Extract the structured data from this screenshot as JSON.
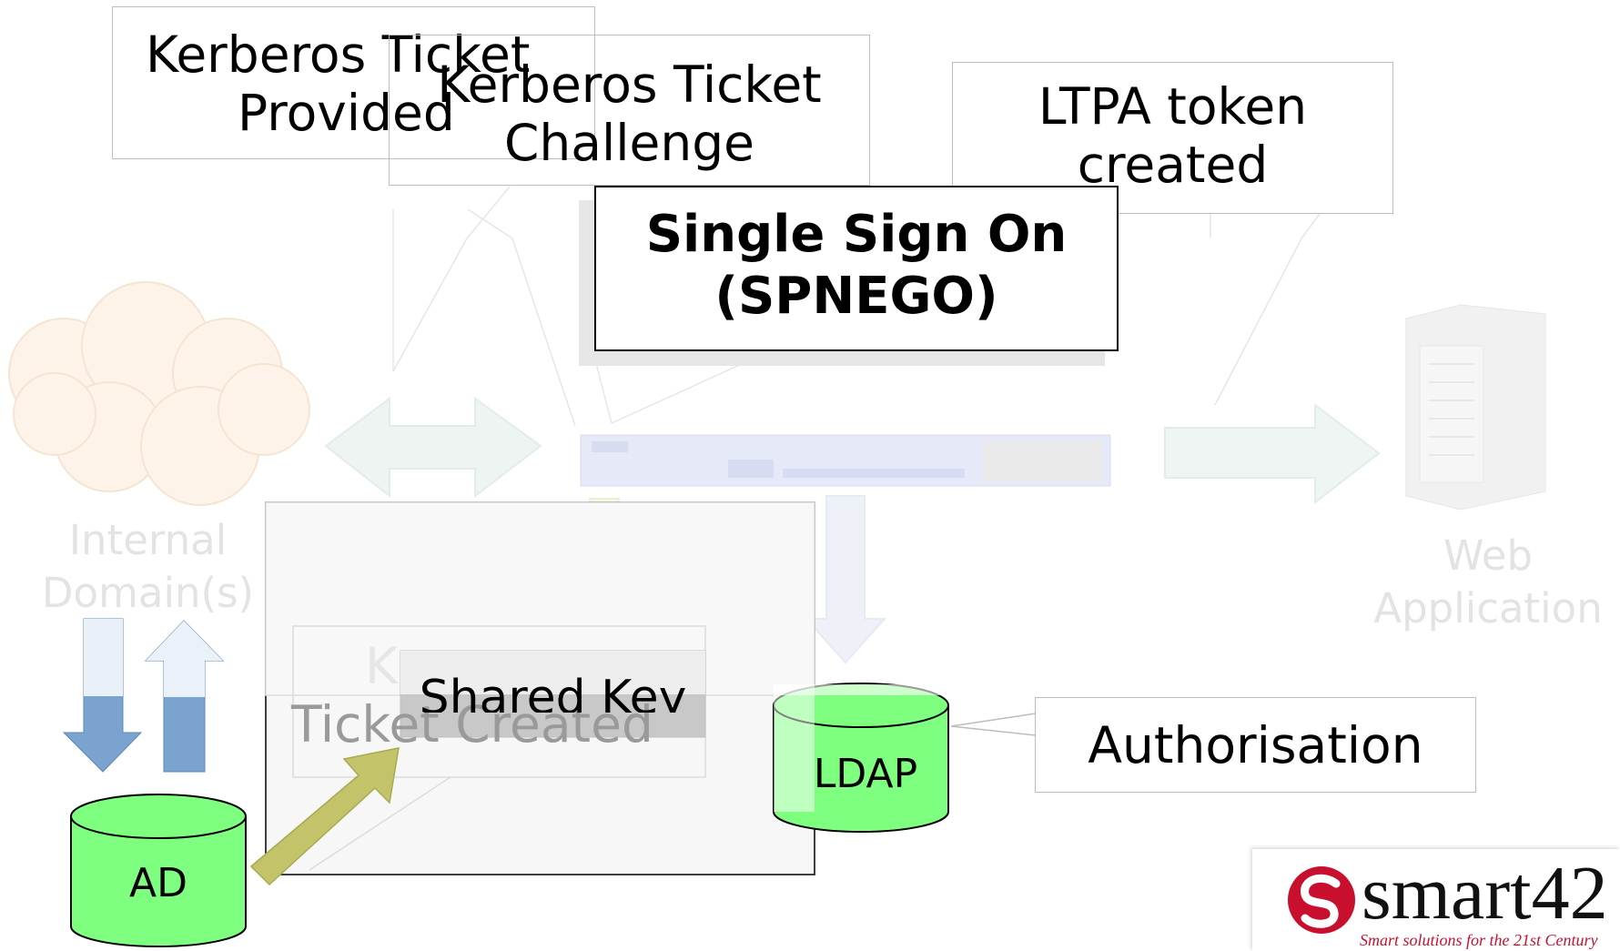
{
  "callouts": {
    "kerberos_provided": [
      "Kerberos Ticket",
      "Provided"
    ],
    "kerberos_challenge": [
      "Kerberos Ticket",
      "Challenge"
    ],
    "ltpa": [
      "LTPA token",
      "created"
    ],
    "authorisation": "Authorisation",
    "kerberos_created": [
      "K",
      "Ticket Created"
    ]
  },
  "title": [
    "Single Sign On",
    "(SPNEGO)"
  ],
  "nodes": {
    "internal_domain": [
      "Internal",
      "Domain(s)"
    ],
    "web_application": [
      "Web",
      "Application"
    ],
    "ad": "AD",
    "ldap": "LDAP",
    "shared_key": "Shared Key"
  },
  "logo": {
    "name": "smart42",
    "tagline": "Smart solutions for the 21st Century"
  },
  "colors": {
    "cylinder_green": "#7fff7f",
    "arrow_blue": "#7aa3cf",
    "arrow_olive": "#c3c46a",
    "logo_red": "#c8102e"
  }
}
